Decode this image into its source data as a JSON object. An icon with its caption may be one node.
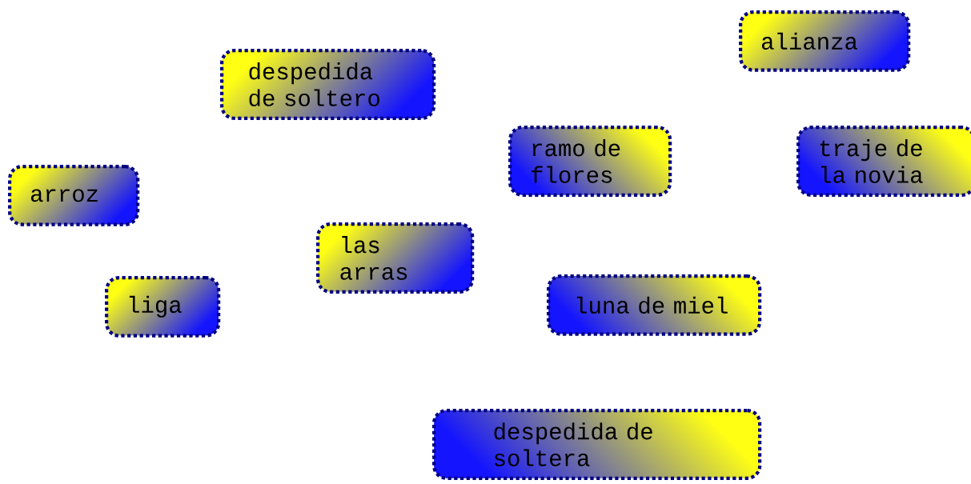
{
  "diagram": {
    "nodes": [
      {
        "text": [
          "alianza"
        ]
      },
      {
        "text": [
          "despedida de soltero"
        ]
      },
      {
        "text": [
          "ramo de flores"
        ]
      },
      {
        "text": [
          "traje de la novia"
        ]
      },
      {
        "text": [
          "arroz"
        ]
      },
      {
        "text": [
          "las arras"
        ]
      },
      {
        "text": [
          "liga"
        ]
      },
      {
        "text": [
          "luna de miel"
        ]
      },
      {
        "text": [
          "despedida de soltera"
        ]
      }
    ]
  }
}
